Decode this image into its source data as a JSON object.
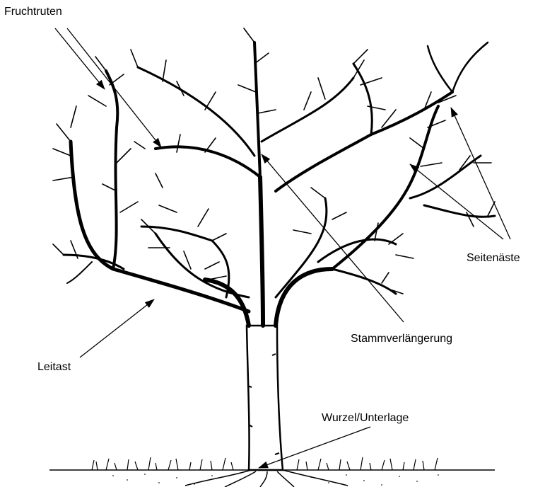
{
  "labels": {
    "fruchtruten": "Fruchtruten",
    "seitenaeste": "Seitenäste",
    "stammverlaengerung": "Stammverlängerung",
    "leitast": "Leitast",
    "wurzel": "Wurzel/Unterlage"
  },
  "colors": {
    "ink": "#000000",
    "background": "#ffffff",
    "soil": "#555555"
  }
}
